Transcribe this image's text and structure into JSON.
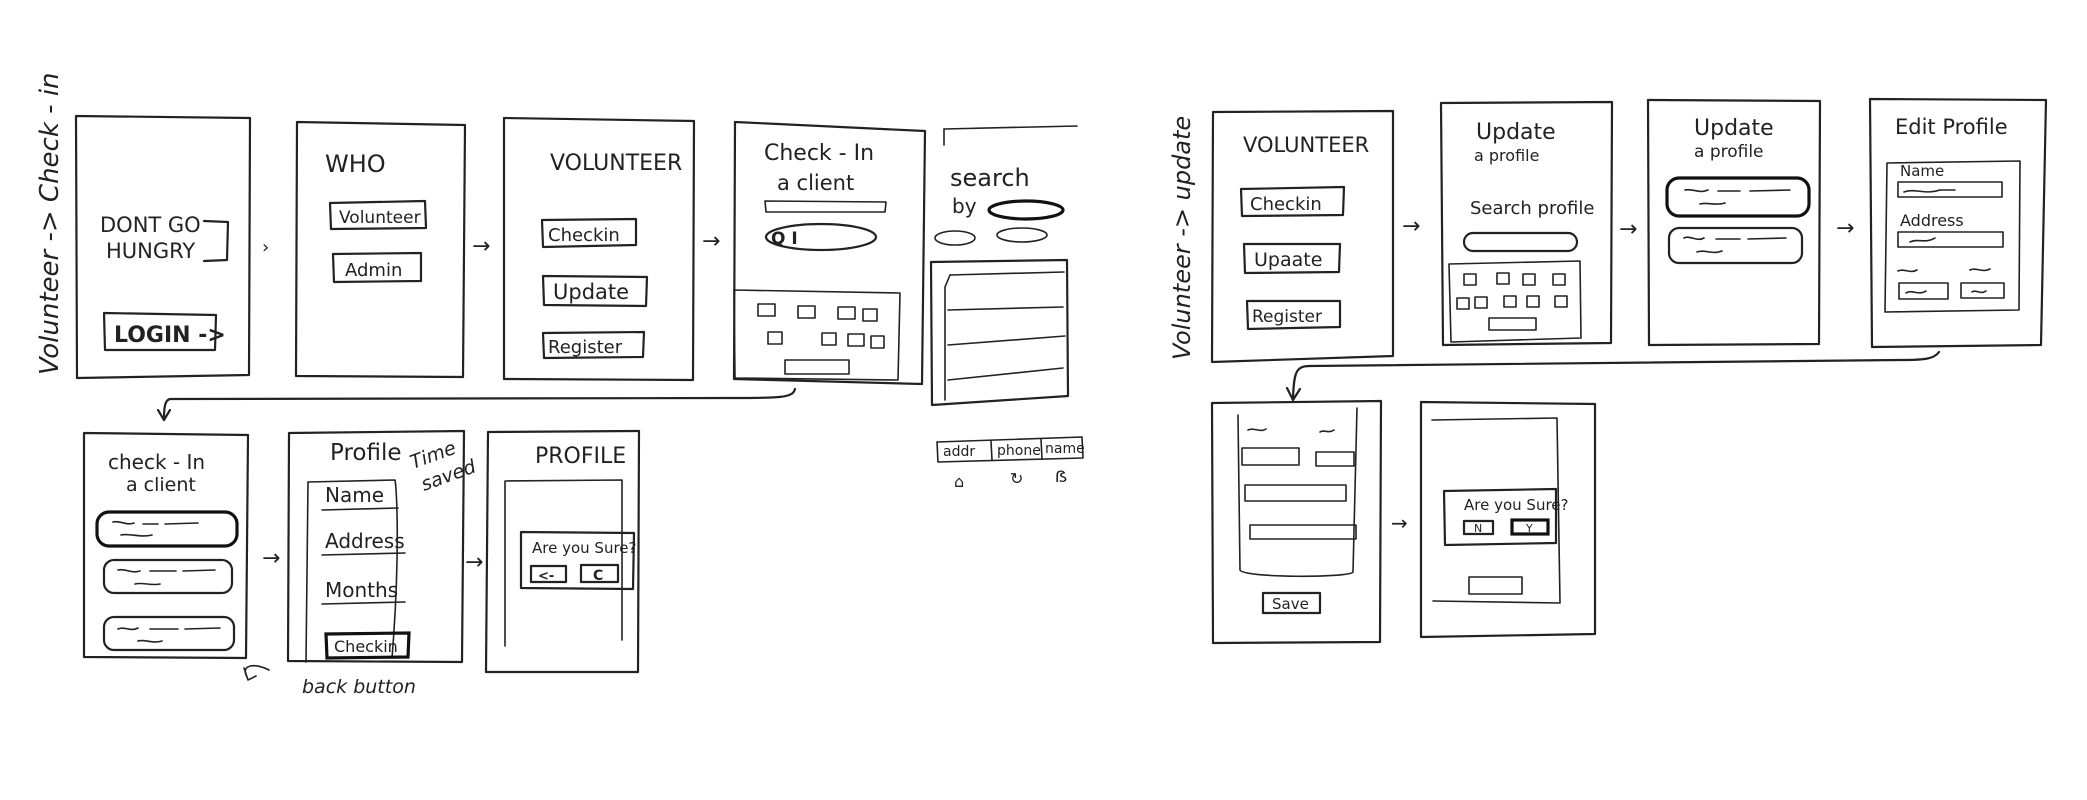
{
  "flow_titles": {
    "check_in": "Volunteer -> Check - in",
    "update": "Volunteer -> update"
  },
  "screens": {
    "landing": {
      "title_line1": "DONT GO",
      "title_line2": "HUNGRY",
      "login_button": "LOGIN ->"
    },
    "who": {
      "title": "WHO",
      "volunteer_button": "Volunteer",
      "admin_button": "Admin"
    },
    "volunteer_menu": {
      "title": "VOLUNTEER",
      "checkin_button": "Checkin",
      "update_button": "Update",
      "register_button": "Register"
    },
    "checkin_search": {
      "title_line1": "Check - In",
      "title_line2": "a client",
      "search_value": "Q I"
    },
    "search_by": {
      "label_line1": "search",
      "label_line2": "by",
      "table_headers": [
        "addr",
        "phone",
        "name"
      ]
    },
    "checkin_results": {
      "title_line1": "check - In",
      "title_line2": "a client",
      "annotation": "back button"
    },
    "profile": {
      "title": "Profile",
      "fields": [
        "Name",
        "Address",
        "Months"
      ],
      "checkin_button": "Checkin",
      "annotation_line1": "Time",
      "annotation_line2": "saved"
    },
    "profile_confirm": {
      "title": "PROFILE",
      "dialog_question": "Are you Sure?",
      "back_button": "<-",
      "confirm_button": "C"
    },
    "volunteer_menu_2": {
      "title": "VOLUNTEER",
      "checkin_button": "Checkin",
      "update_button": "Upaate",
      "register_button": "Register"
    },
    "update_search": {
      "title_line1": "Update",
      "title_line2": "a profile",
      "search_label": "Search profile"
    },
    "update_results": {
      "title_line1": "Update",
      "title_line2": "a profile"
    },
    "edit_profile": {
      "title": "Edit Profile",
      "name_label": "Name",
      "address_label": "Address"
    },
    "edit_form": {
      "save_button": "Save"
    },
    "update_confirm": {
      "dialog_question": "Are you Sure?",
      "no_button": "N",
      "yes_button": "Y"
    }
  }
}
